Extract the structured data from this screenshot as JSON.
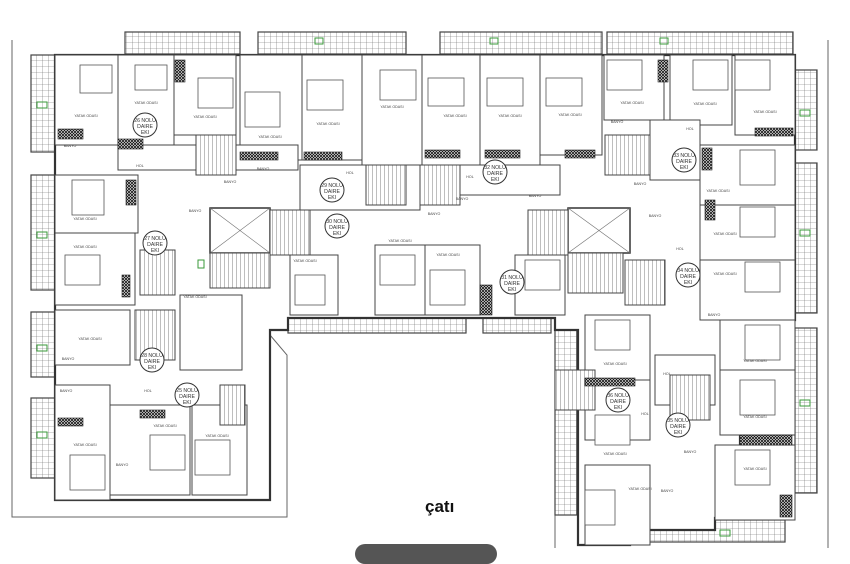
{
  "plan": {
    "roof_label": "çatı",
    "units": [
      {
        "no": "26 NOLU",
        "line2": "DAIRE",
        "line3": "EKI"
      },
      {
        "no": "29 NOLU",
        "line2": "DAIRE",
        "line3": "EKI"
      },
      {
        "no": "30 NOLU",
        "line2": "DAIRE",
        "line3": "EKI"
      },
      {
        "no": "27 NOLU",
        "line2": "DAIRE",
        "line3": "EKI"
      },
      {
        "no": "28 NOLU",
        "line2": "DAIRE",
        "line3": "EKI"
      },
      {
        "no": "25 NOLU",
        "line2": "DAIRE",
        "line3": "EKI"
      },
      {
        "no": "32 NOLU",
        "line2": "DAIRE",
        "line3": "EKI"
      },
      {
        "no": "31 NOLU",
        "line2": "DAIRE",
        "line3": "EKI"
      },
      {
        "no": "33 NOLU",
        "line2": "DAIRE",
        "line3": "EKI"
      },
      {
        "no": "34 NOLU",
        "line2": "DAIRE",
        "line3": "EKI"
      },
      {
        "no": "36 NOLU",
        "line2": "DAIRE",
        "line3": "EKI"
      },
      {
        "no": "35 NOLU",
        "line2": "DAIRE",
        "line3": "EKI"
      }
    ],
    "room_names": {
      "bedroom": "YATAK ODASI",
      "bath": "BANYO",
      "hall": "HOL"
    }
  },
  "colors": {
    "wall": "#333333",
    "marker": "#3a9a3a",
    "bar": "#555555"
  }
}
